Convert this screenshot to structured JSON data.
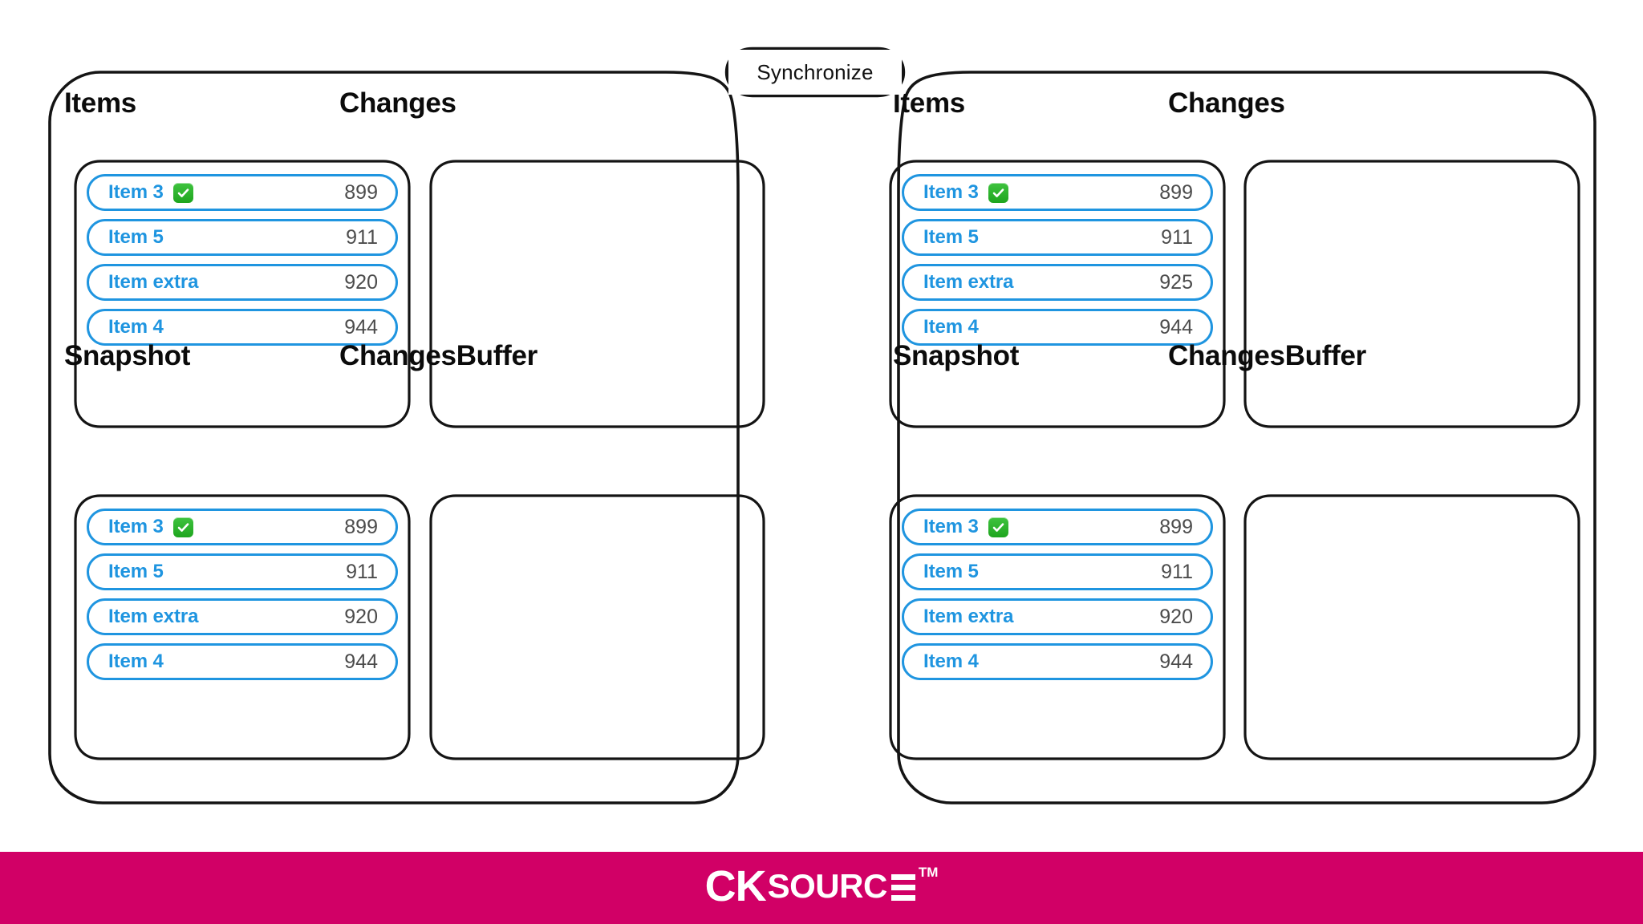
{
  "sync": {
    "label": "Synchronize",
    "icon": "sync-bubble"
  },
  "colors": {
    "pill_blue": "#1f95e0",
    "value_gray": "#4c4c4c",
    "heading_black": "#0b0b0b",
    "check_green": "#1ea51e",
    "footer_pink": "#d10066",
    "sketch_black": "#111111"
  },
  "panels": [
    {
      "side": "left",
      "sections": [
        {
          "title": "Items",
          "empty": false,
          "items": [
            {
              "name": "Item 3",
              "value": "899",
              "checked": true,
              "check_icon": "green-check-icon"
            },
            {
              "name": "Item 5",
              "value": "911",
              "checked": false,
              "check_icon": ""
            },
            {
              "name": "Item extra",
              "value": "920",
              "checked": false,
              "check_icon": ""
            },
            {
              "name": "Item 4",
              "value": "944",
              "checked": false,
              "check_icon": ""
            }
          ]
        },
        {
          "title": "Changes",
          "empty": true,
          "items": []
        },
        {
          "title": "Snapshot",
          "empty": false,
          "items": [
            {
              "name": "Item 3",
              "value": "899",
              "checked": true,
              "check_icon": "green-check-icon"
            },
            {
              "name": "Item 5",
              "value": "911",
              "checked": false,
              "check_icon": ""
            },
            {
              "name": "Item extra",
              "value": "920",
              "checked": false,
              "check_icon": ""
            },
            {
              "name": "Item 4",
              "value": "944",
              "checked": false,
              "check_icon": ""
            }
          ]
        },
        {
          "title": "ChangesBuffer",
          "empty": true,
          "items": []
        }
      ]
    },
    {
      "side": "right",
      "sections": [
        {
          "title": "Items",
          "empty": false,
          "items": [
            {
              "name": "Item 3",
              "value": "899",
              "checked": true,
              "check_icon": "green-check-icon"
            },
            {
              "name": "Item 5",
              "value": "911",
              "checked": false,
              "check_icon": ""
            },
            {
              "name": "Item extra",
              "value": "925",
              "checked": false,
              "check_icon": ""
            },
            {
              "name": "Item 4",
              "value": "944",
              "checked": false,
              "check_icon": ""
            }
          ]
        },
        {
          "title": "Changes",
          "empty": true,
          "items": []
        },
        {
          "title": "Snapshot",
          "empty": false,
          "items": [
            {
              "name": "Item 3",
              "value": "899",
              "checked": true,
              "check_icon": "green-check-icon"
            },
            {
              "name": "Item 5",
              "value": "911",
              "checked": false,
              "check_icon": ""
            },
            {
              "name": "Item extra",
              "value": "920",
              "checked": false,
              "check_icon": ""
            },
            {
              "name": "Item 4",
              "value": "944",
              "checked": false,
              "check_icon": ""
            }
          ]
        },
        {
          "title": "ChangesBuffer",
          "empty": true,
          "items": []
        }
      ]
    }
  ],
  "footer": {
    "logo_ck": "CK",
    "logo_source": "SOURC",
    "logo_e": "E",
    "trademark": "TM"
  }
}
